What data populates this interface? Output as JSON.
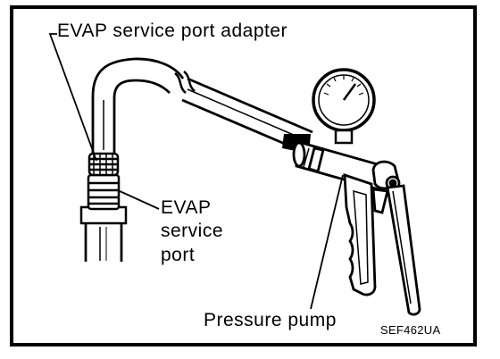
{
  "labels": {
    "adapter": "EVAP service port adapter",
    "port_line1": "EVAP",
    "port_line2": "service",
    "port_line3": "port",
    "pump": "Pressure pump",
    "figure_code": "SEF462UA"
  },
  "colors": {
    "line": "#000000",
    "background": "#ffffff",
    "hose_shadow": "#000000"
  }
}
